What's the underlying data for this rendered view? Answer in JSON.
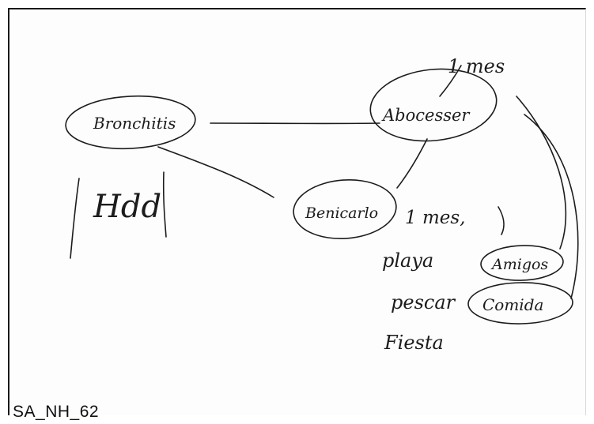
{
  "code_label": "SA_NH_62",
  "nodes": {
    "bronchitis": "Bronchitis",
    "abocesser": "Abocesser",
    "benicarlo": "Benicarlo",
    "amigos": "Amigos",
    "comida": "Comida"
  },
  "notes": {
    "abocesser_duration": "1 mes",
    "benicarlo_duration": "1 mes,",
    "activity_1": "playa",
    "activity_2": "pescar",
    "activity_3": "Fiesta",
    "scribble": "Hdd"
  }
}
